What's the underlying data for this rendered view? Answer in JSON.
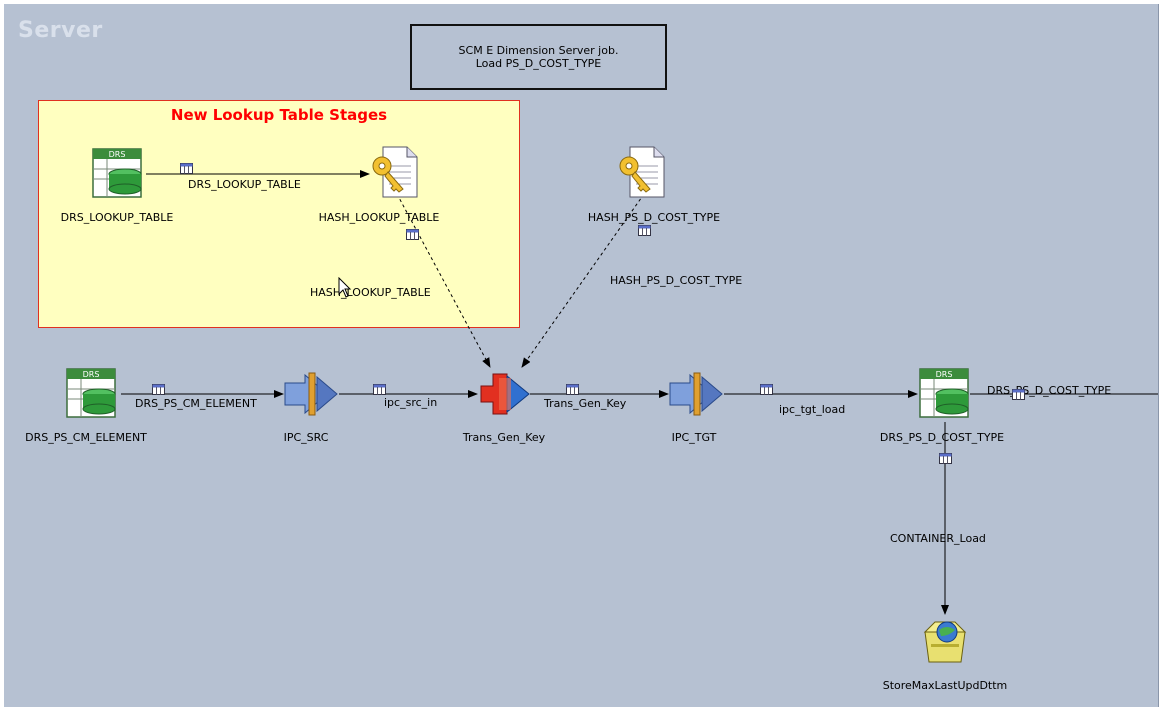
{
  "canvas": {
    "watermark": "Server"
  },
  "description": {
    "line1": "SCM E Dimension Server job.",
    "line2": "Load  PS_D_COST_TYPE"
  },
  "annotation": {
    "title": "New Lookup Table Stages"
  },
  "stages": {
    "drs_lookup_table": "DRS_LOOKUP_TABLE",
    "hash_lookup_table": "HASH_LOOKUP_TABLE",
    "hash_ps_d_cost_type": "HASH_PS_D_COST_TYPE",
    "drs_ps_cm_element": "DRS_PS_CM_ELEMENT",
    "ipc_src": "IPC_SRC",
    "trans_gen_key": "Trans_Gen_Key",
    "ipc_tgt": "IPC_TGT",
    "drs_ps_d_cost_type": "DRS_PS_D_COST_TYPE",
    "store_max": "StoreMaxLastUpdDttm"
  },
  "links": {
    "drs_lookup_table": "DRS_LOOKUP_TABLE",
    "hash_lookup_table": "HASH_LOOKUP_TABLE",
    "hash_ps_d_cost_type": "HASH_PS_D_COST_TYPE",
    "drs_ps_cm_element": "DRS_PS_CM_ELEMENT",
    "ipc_src_in": "ipc_src_in",
    "trans_gen_key": "Trans_Gen_Key",
    "ipc_tgt_load": "ipc_tgt_load",
    "drs_ps_d_cost_type": "DRS_PS_D_COST_TYPE",
    "container_load": "CONTAINER_Load"
  },
  "badges": {
    "drs": "DRS"
  },
  "colors": {
    "canvas": "#b6c1d2",
    "annotation_bg": "#ffffc0",
    "annotation_title": "#ff0000",
    "grid_header": "#3c8c3c",
    "cylinder": "#2e9a3a",
    "ipc_arrow": "#6f8fce",
    "ipc_bar": "#e0a030",
    "transformer_red": "#e23020",
    "transformer_blue": "#3070d0"
  }
}
